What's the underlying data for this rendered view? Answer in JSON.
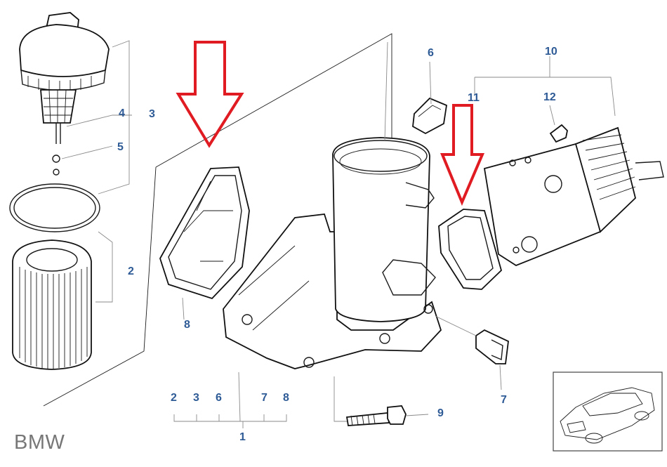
{
  "brand": "BMW",
  "callouts": {
    "c1": "1",
    "c2a": "2",
    "c2b": "2",
    "c3a": "3",
    "c3b": "3",
    "c4": "4",
    "c5": "5",
    "c6a": "6",
    "c6b": "6",
    "c7a": "7",
    "c7b": "7",
    "c8a": "8",
    "c8b": "8",
    "c9": "9",
    "c10": "10",
    "c11": "11",
    "c12": "12"
  },
  "colors": {
    "callout": "#2e5b96",
    "highlight_arrow": "#e01b22",
    "line": "#1a1a1a"
  }
}
